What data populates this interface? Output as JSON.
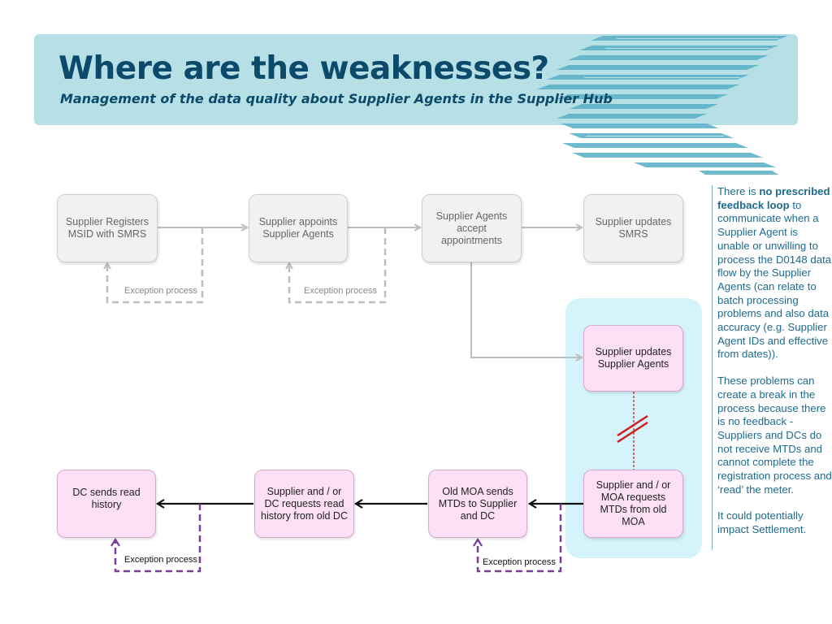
{
  "header": {
    "title": "Where are the weaknesses?",
    "subtitle": "Management of the data quality about Supplier Agents in the Supplier Hub"
  },
  "diagram": {
    "boxes": {
      "b1": "Supplier Registers MSID with SMRS",
      "b2": "Supplier appoints Supplier Agents",
      "b3": "Supplier Agents accept appointments",
      "b4": "Supplier updates SMRS",
      "b5": "Supplier updates Supplier Agents",
      "b6": "Supplier and / or MOA requests MTDs from old MOA",
      "b7": "Old MOA sends MTDs to Supplier and DC",
      "b8": "Supplier and / or DC requests read history from old DC",
      "b9": "DC sends read history"
    },
    "exceptions": {
      "e1": "Exception process",
      "e2": "Exception process",
      "e3": "Exception process",
      "e4": "Exception process"
    }
  },
  "sidebar": {
    "p1_before": "There is ",
    "p1_bold": "no prescribed feedback loop",
    "p1_after": " to communicate when a Supplier Agent is unable or unwilling to process the D0148 data flow by the Supplier Agents (can relate to batch processing problems and also data accuracy (e.g. Supplier Agent IDs and effective from dates)).",
    "p2": "These problems can create a break in the process because there is no feedback - Suppliers and DCs do not receive MTDs and cannot complete the registration process and ‘read’ the meter.",
    "p3": "It could potentially impact Settlement."
  },
  "colors": {
    "title": "#0b4a6b",
    "banner": "#b7dfe6",
    "highlight": "#d4f3fb",
    "pink_box": "#fde0f5",
    "grey_box": "#f1f1f1",
    "exception_purple": "#7a3d99",
    "break_red": "#d11f1f"
  }
}
